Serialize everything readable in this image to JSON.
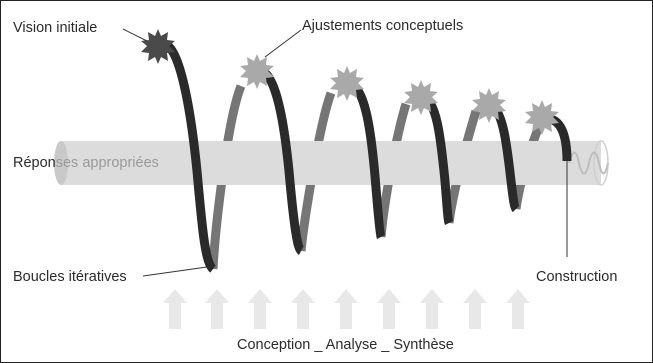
{
  "diagram": {
    "labels": {
      "vision_initiale": "Vision initiale",
      "ajustements": "Ajustements conceptuels",
      "reponses_part1": "Répon",
      "reponses_part2": "ses appropriées",
      "boucles": "Boucles itératives",
      "construction": "Construction",
      "bottom_caption": "Conception _ Analyse _ Synthèse"
    },
    "colors": {
      "spiral_front": "#2a2a2a",
      "spiral_back": "#767676",
      "starburst_dark": "#4a4a4a",
      "starburst_light": "#a9a9a9",
      "cylinder": "#dcdcdc",
      "arrows": "#e8e8e8",
      "text": "#2b2b2b"
    },
    "iteration_count": 6,
    "arrow_count": 9
  }
}
